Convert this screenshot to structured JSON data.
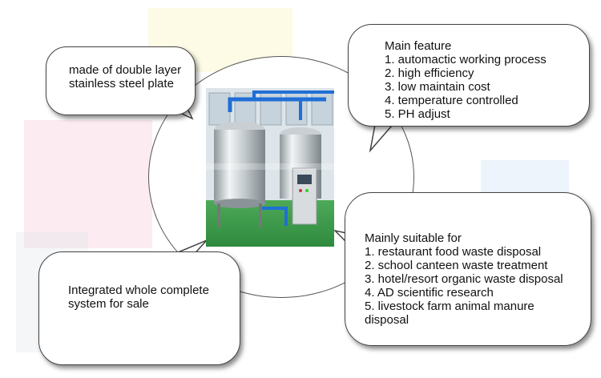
{
  "bubbles": {
    "top_left": {
      "lines": [
        "made of double layer",
        "stainless steel plate"
      ]
    },
    "top_right": {
      "title": "Main feature",
      "items": [
        "1. automactic working process",
        "2. high efficiency",
        "3. low maintain cost",
        "4. temperature controlled",
        "5. PH adjust"
      ]
    },
    "bottom_left": {
      "lines": [
        "Integrated whole complete",
        "system for sale"
      ]
    },
    "bottom_right": {
      "title": "Mainly suitable for",
      "items": [
        "1. restaurant food waste disposal",
        "2. school canteen waste treatment",
        "3. hotel/resort organic waste disposal",
        "4. AD scientific research",
        "5. livestock farm animal manure",
        "disposal"
      ]
    }
  },
  "colors": {
    "bubble_border": "#444444",
    "ellipse_border": "#555555",
    "pipe_blue": "#1f6fd6",
    "floor_green": "#3a9a4a"
  },
  "photo": {
    "icon": "machine-photo"
  }
}
